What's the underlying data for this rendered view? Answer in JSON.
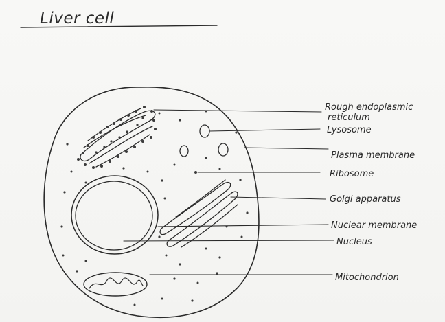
{
  "title": "Liver cell",
  "labels": {
    "rough_er_line1": "Rough endoplasmic",
    "rough_er_line2": "reticulum",
    "lysosome": "Lysosome",
    "plasma_membrane": "Plasma membrane",
    "ribosome": "Ribosome",
    "golgi": "Golgi apparatus",
    "nuclear_membrane": "Nuclear membrane",
    "nucleus": "Nucleus",
    "mitochondrion": "Mitochondrion"
  },
  "colors": {
    "ink": "#2b2b2b",
    "paper": "#f7f7f5"
  }
}
